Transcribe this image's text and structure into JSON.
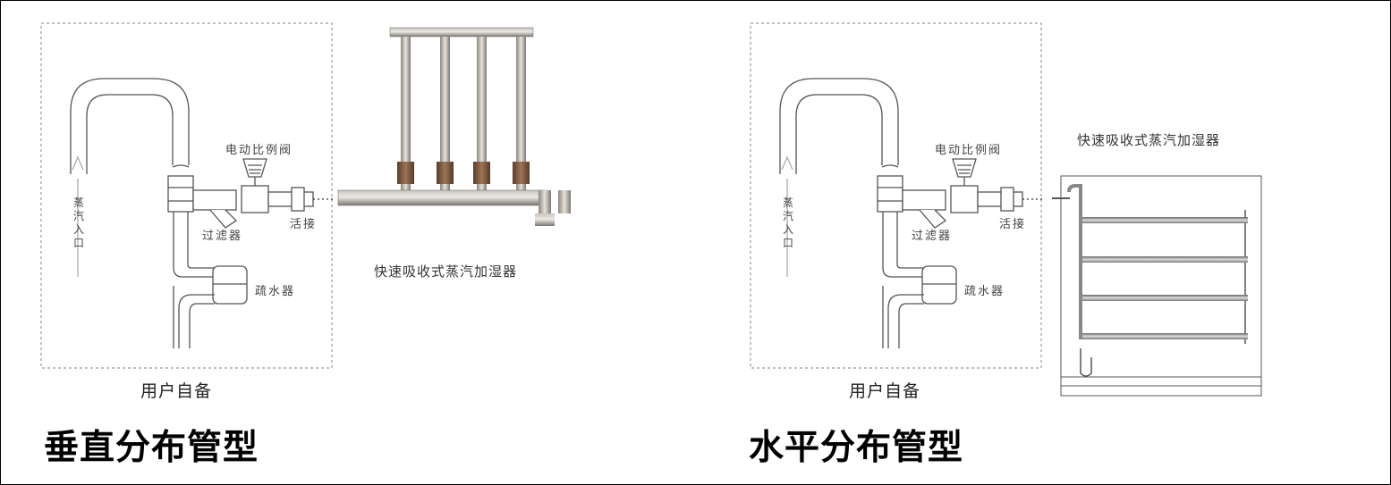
{
  "left": {
    "inlet_label": "蒸汽入口",
    "valve_label": "电动比例阀",
    "filter_label": "过滤器",
    "union_label": "活接",
    "trap_label": "疏水器",
    "user_supplied": "用户自备",
    "product_label": "快速吸收式蒸汽加湿器",
    "type_title": "垂直分布管型"
  },
  "right": {
    "inlet_label": "蒸汽入口",
    "valve_label": "电动比例阀",
    "filter_label": "过滤器",
    "union_label": "活接",
    "trap_label": "疏水器",
    "user_supplied": "用户自备",
    "product_label": "快速吸收式蒸汽加湿器",
    "type_title": "水平分布管型"
  }
}
